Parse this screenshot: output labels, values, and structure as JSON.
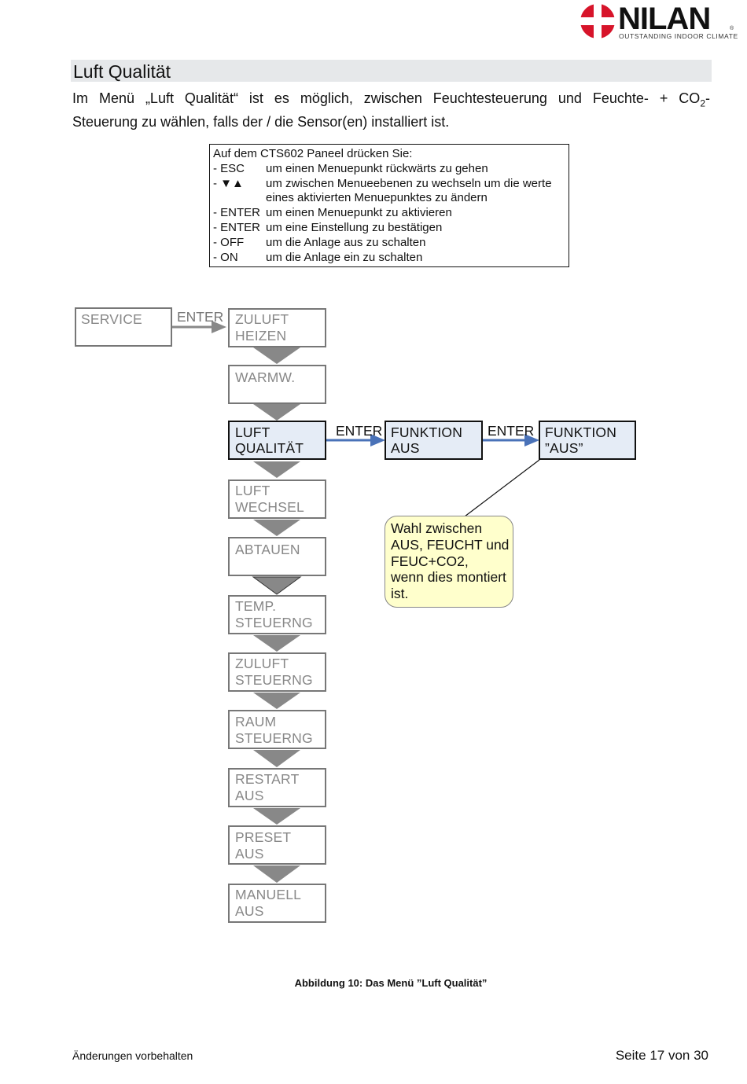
{
  "logo": {
    "name": "NILAN",
    "tagline": "OUTSTANDING INDOOR CLIMATE",
    "registered": "®",
    "flag_colors": [
      "#d7142a",
      "#ffffff"
    ]
  },
  "heading": "Luft Qualität",
  "intro": {
    "line1_pre": "Im Menü „Luft Qualität“ ist es möglich, zwischen Feuchtesteuerung und Feuchte- + CO",
    "line1_sub": "2",
    "line1_post": "-",
    "line2": "Steuerung zu wählen, falls der / die Sensor(en) installiert ist."
  },
  "instructions": {
    "title": "Auf dem CTS602 Paneel drücken Sie:",
    "rows": [
      {
        "key": "- ESC",
        "desc": "um einen Menuepunkt rückwärts zu gehen"
      },
      {
        "key": "- ▼▲",
        "desc": "um zwischen Menueebenen zu wechseln um die werte"
      },
      {
        "key": "",
        "desc": "eines aktivierten Menuepunktes zu ändern"
      },
      {
        "key": "- ENTER",
        "desc": "um einen Menuepunkt zu  aktivieren"
      },
      {
        "key": "- ENTER",
        "desc": "um eine Einstellung zu bestätigen"
      },
      {
        "key": "- OFF",
        "desc": "um die Anlage aus zu schalten"
      },
      {
        "key": "- ON",
        "desc": "um die Anlage ein zu schalten"
      }
    ]
  },
  "diagram": {
    "service": "SERVICE",
    "enter": "ENTER",
    "menu": [
      [
        "ZULUFT",
        "HEIZEN"
      ],
      [
        "WARMW.",
        ""
      ],
      [
        "LUFT",
        "QUALITÄT"
      ],
      [
        "LUFT",
        "WECHSEL"
      ],
      [
        "ABTAUEN",
        ""
      ],
      [
        "TEMP.",
        "STEUERNG"
      ],
      [
        "ZULUFT",
        "STEUERNG"
      ],
      [
        "RAUM",
        "STEUERNG"
      ],
      [
        "RESTART",
        "AUS"
      ],
      [
        "PRESET",
        "AUS"
      ],
      [
        "MANUELL",
        "AUS"
      ]
    ],
    "funktion1": [
      "FUNKTION",
      "AUS"
    ],
    "funktion2": [
      "FUNKTION",
      "”AUS”"
    ],
    "note": [
      "Wahl zwischen",
      "AUS, FEUCHT und",
      "FEUC+CO2,",
      "wenn dies montiert",
      "ist."
    ],
    "colors": {
      "active_fill": "#e5ecf6",
      "arrow_blue": "#4a72b8",
      "note_fill": "#ffffcc",
      "chevron": "#888888"
    }
  },
  "caption": {
    "bold": "Abbildung 10",
    "rest": ": Das Menü ”Luft Qualität”"
  },
  "footer": {
    "left": "Änderungen vorbehalten",
    "right": "Seite 17 von 30"
  }
}
